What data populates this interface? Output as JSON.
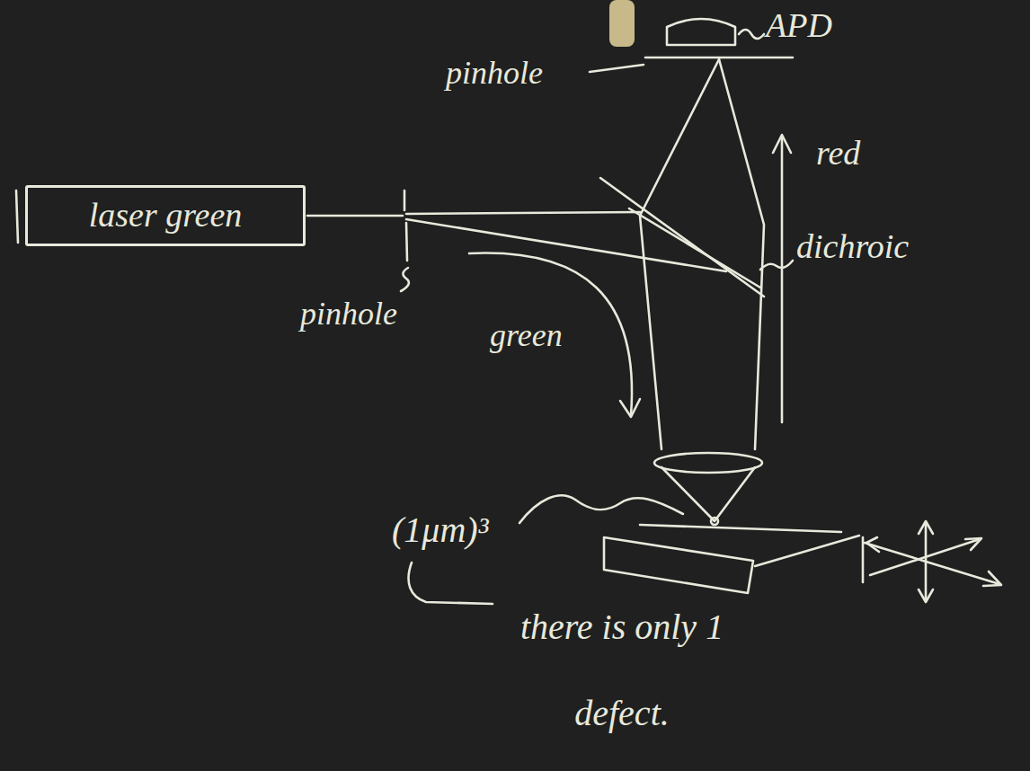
{
  "diagram": {
    "nodes": [
      {
        "text": [
          "laser green"
        ]
      }
    ],
    "labels": [
      "APD",
      "pinhole",
      "red",
      "dichroic",
      "pinhole",
      "green",
      "(1μm)³",
      "there is only 1 defect."
    ]
  }
}
